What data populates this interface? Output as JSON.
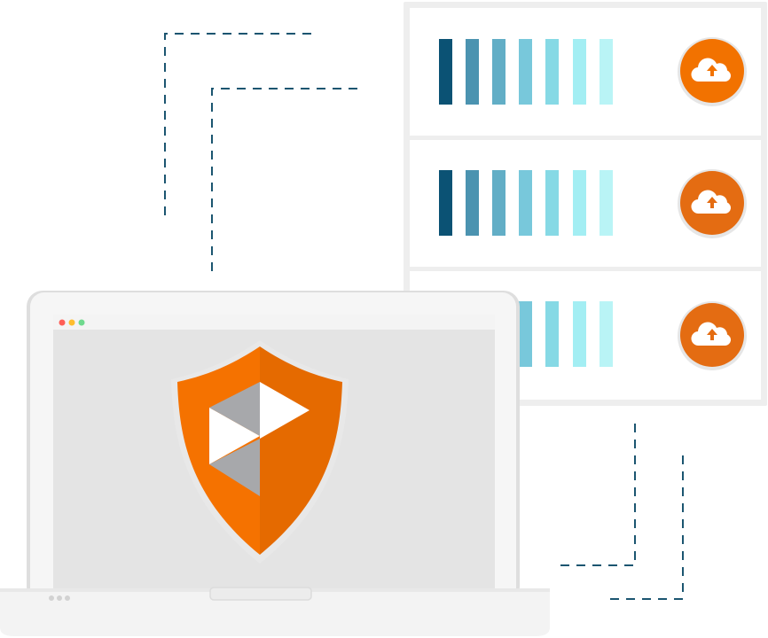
{
  "colors": {
    "background": "#ffffff",
    "rack_frame": "#eeeeee",
    "unit_panel": "#ffffff",
    "dash_line": "#1b5570",
    "bar_shades": [
      "#0b5274",
      "#4b93b0",
      "#62aec6",
      "#78c8db",
      "#86d9e5",
      "#a3eef3",
      "#b9f4f6"
    ],
    "upload_orange": "#f27200",
    "upload_orange_dark": "#e46c12",
    "shield_left": "#f57200",
    "shield_right": "#e56a00",
    "logo_light": "#ffffff",
    "logo_gray": "#a7a8ab",
    "laptop_body": "#f3f3f3",
    "screen_fill": "#e4e4e4",
    "dot_red": "#ff5f57",
    "dot_yellow": "#ffbd2e",
    "dot_green": "#6fd98e"
  },
  "server_rack": {
    "units": [
      {
        "name": "server-unit-1",
        "icon": "cloud-upload-icon"
      },
      {
        "name": "server-unit-2",
        "icon": "cloud-upload-icon"
      },
      {
        "name": "server-unit-3",
        "icon": "cloud-upload-icon"
      }
    ]
  },
  "laptop": {
    "window_controls": [
      "close",
      "minimize",
      "maximize"
    ],
    "shield_icon": "shield-logo-icon"
  }
}
